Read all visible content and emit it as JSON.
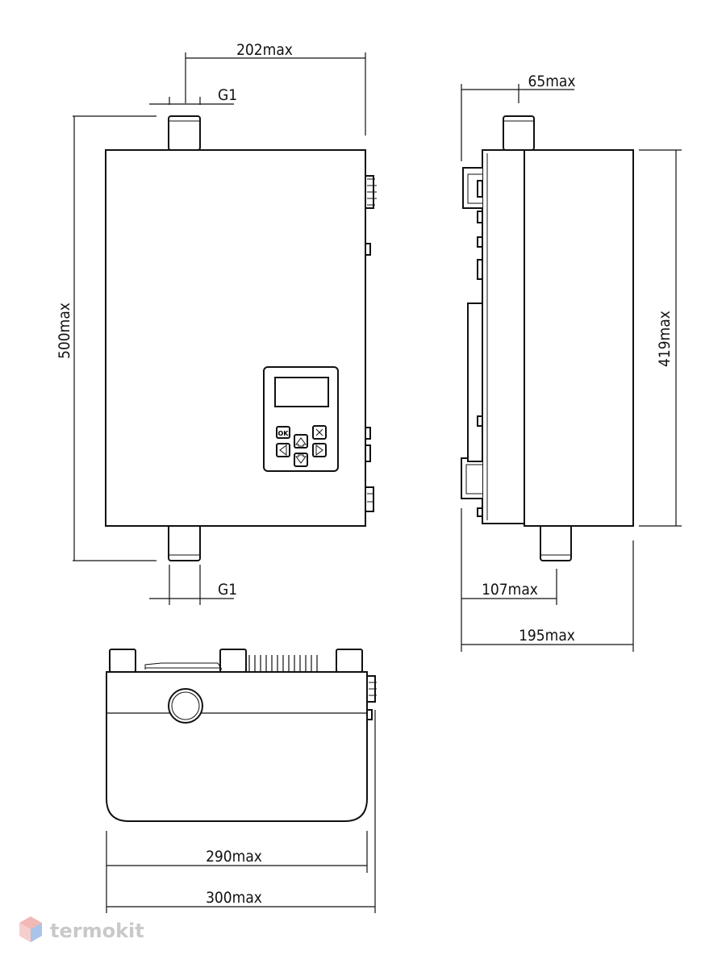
{
  "dimensions": {
    "top_width": "202max",
    "inlet_thread": "G1",
    "outlet_thread": "G1",
    "height_front": "500max",
    "side_offset": "65max",
    "side_height": "419max",
    "side_depth_mount": "107max",
    "side_depth_total": "195max",
    "bottom_inner_width": "290max",
    "bottom_total_width": "300max"
  },
  "control_panel": {
    "ok_label": "OK"
  },
  "watermark": {
    "brand": "termokit"
  }
}
